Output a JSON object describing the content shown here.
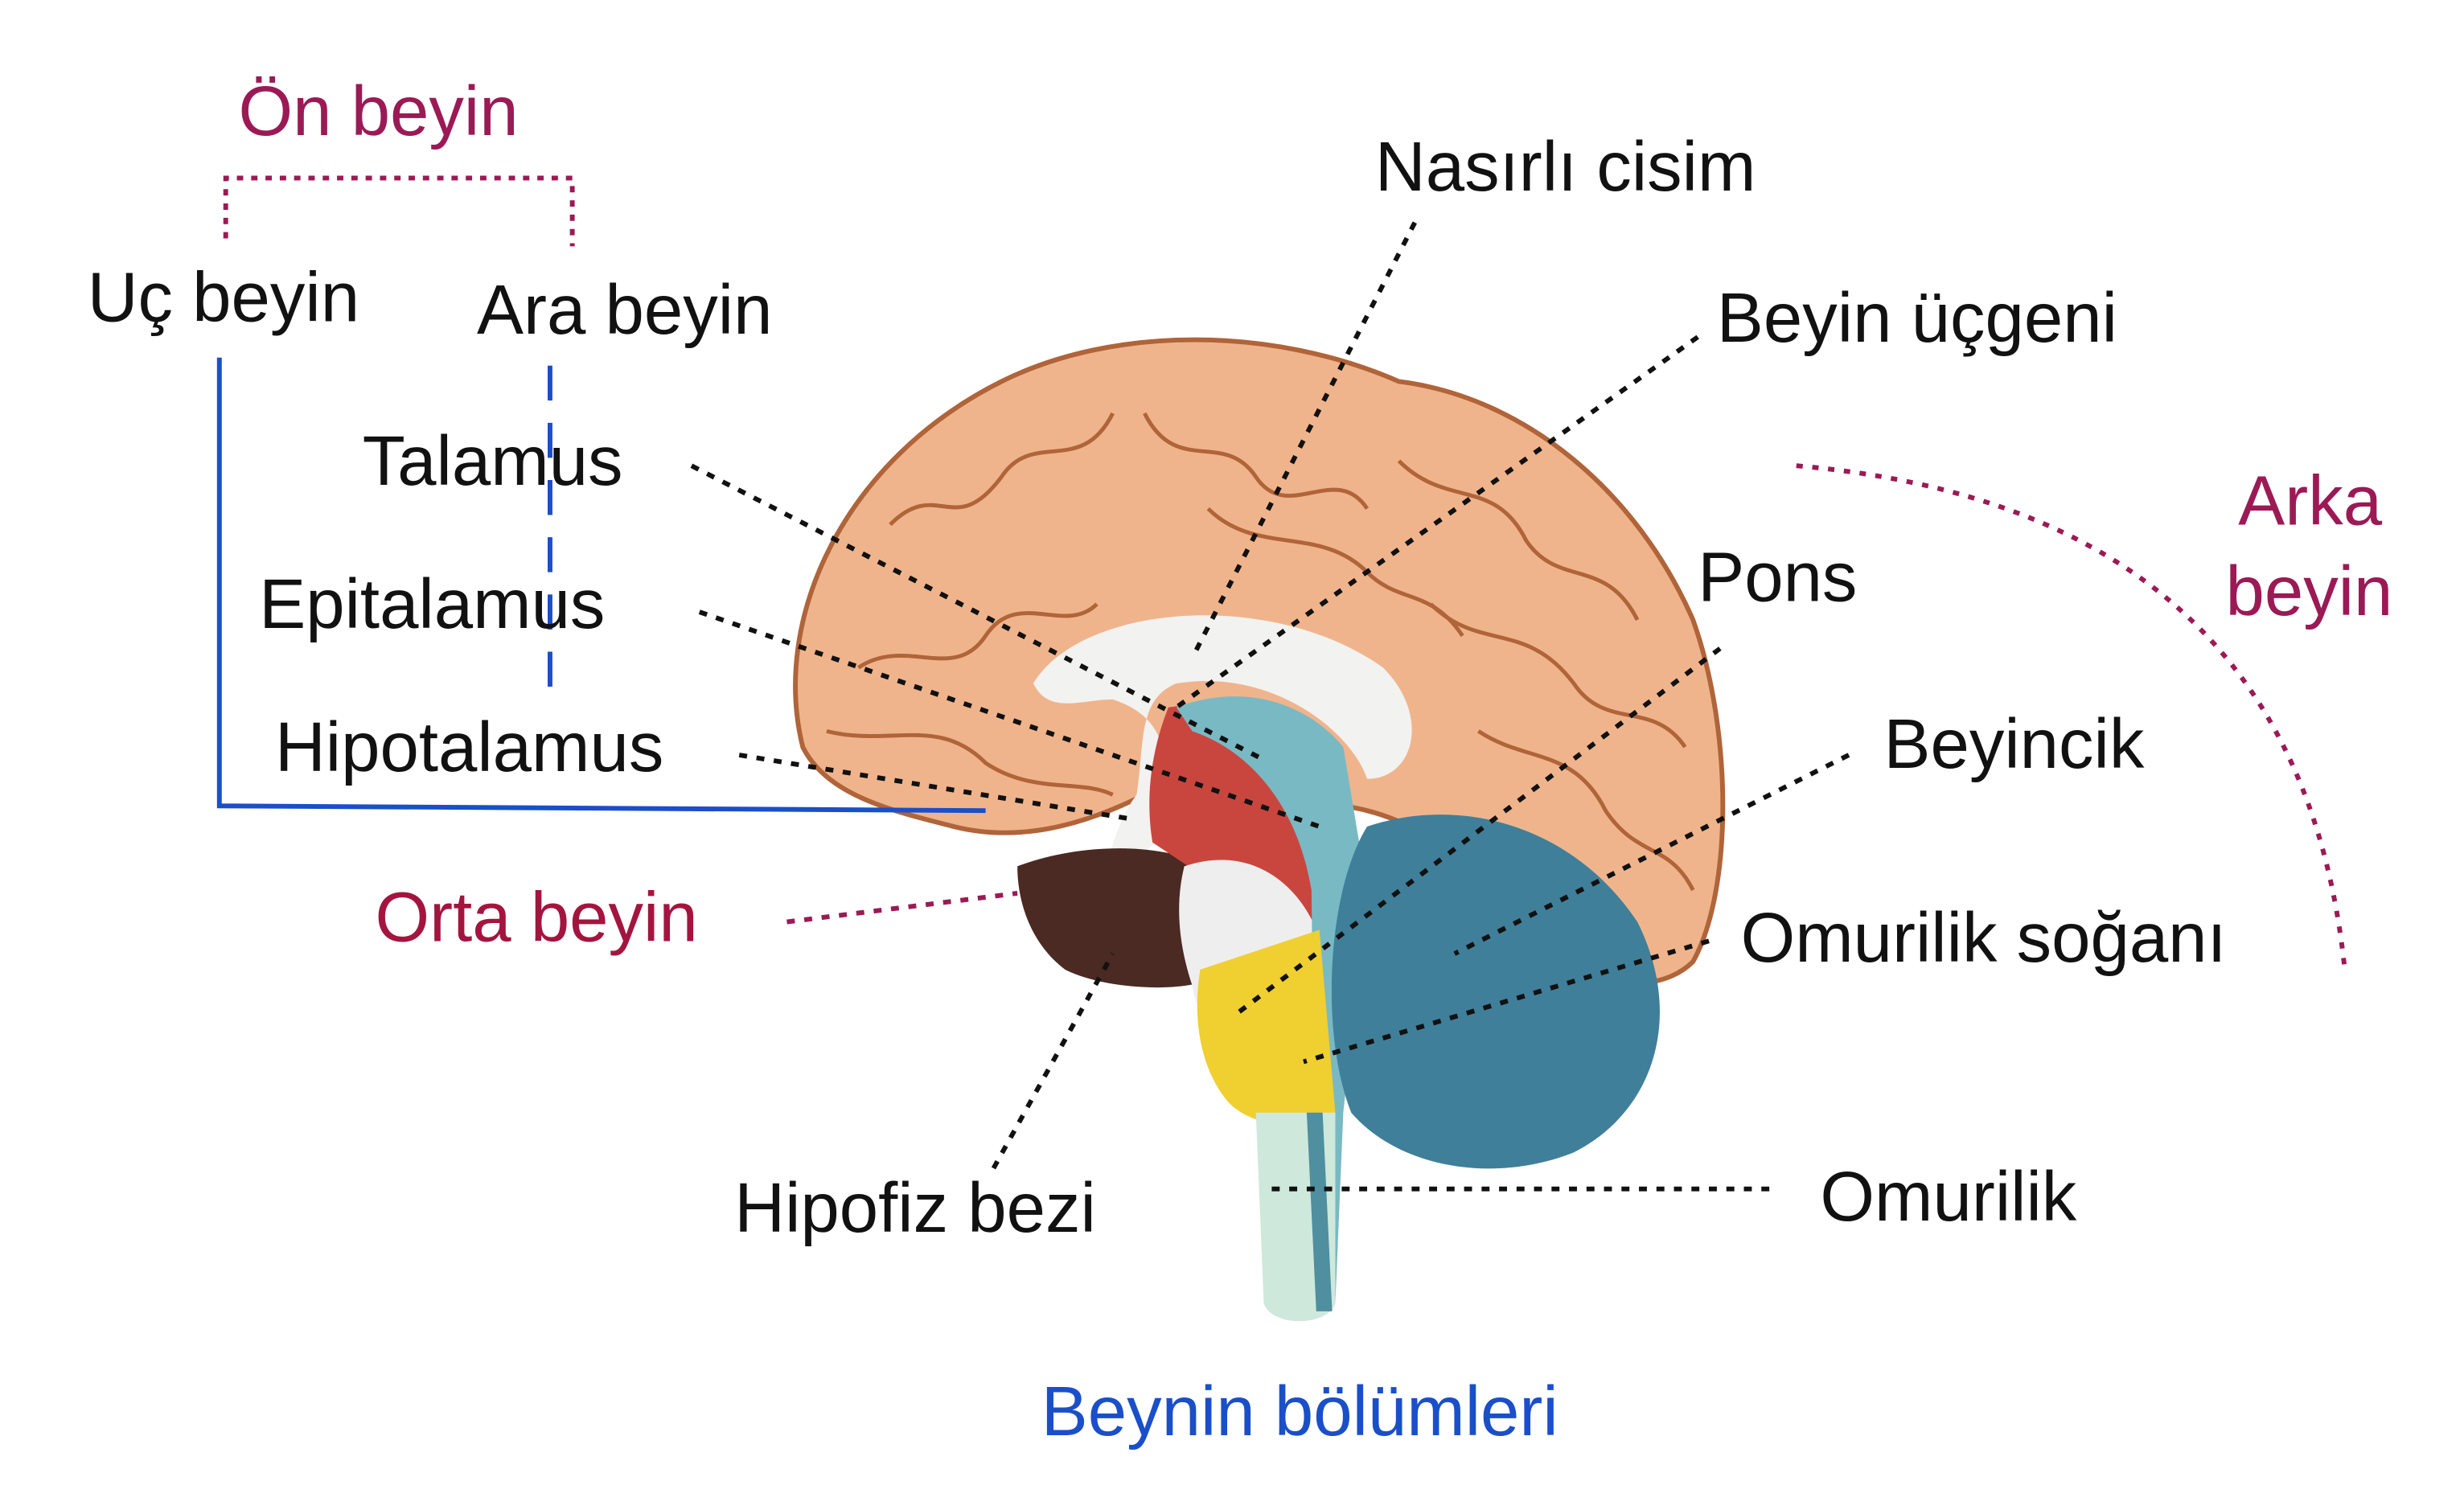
{
  "title": "Beynin bölümleri",
  "labels": {
    "on_beyin": "Ön beyin",
    "uc_beyin": "Uç beyin",
    "ara_beyin": "Ara beyin",
    "talamus": "Talamus",
    "epitalamus": "Epitalamus",
    "hipotalamus": "Hipotalamus",
    "orta_beyin": "Orta beyin",
    "nasirli_cisim": "Nasırlı cisim",
    "beyin_ucgeni": "Beyin üçgeni",
    "pons": "Pons",
    "beyincik": "Beyincik",
    "omurilik_sogani": "Omurilik soğanı",
    "omurilik": "Omurilik",
    "hipofiz_bezi": "Hipofiz bezi",
    "arka_beyin_1": "Arka",
    "arka_beyin_2": "beyin"
  },
  "colors": {
    "cerebrum": "#f0b48c",
    "midbrain": "#4a2a22",
    "thalamus": "#c9463e",
    "cerebellum": "#3f7f9a",
    "pons": "#f0cf30",
    "spinal_cord": "#cfe8dc",
    "title": "#1a4fc9",
    "forebrain": "#9b1a55"
  }
}
